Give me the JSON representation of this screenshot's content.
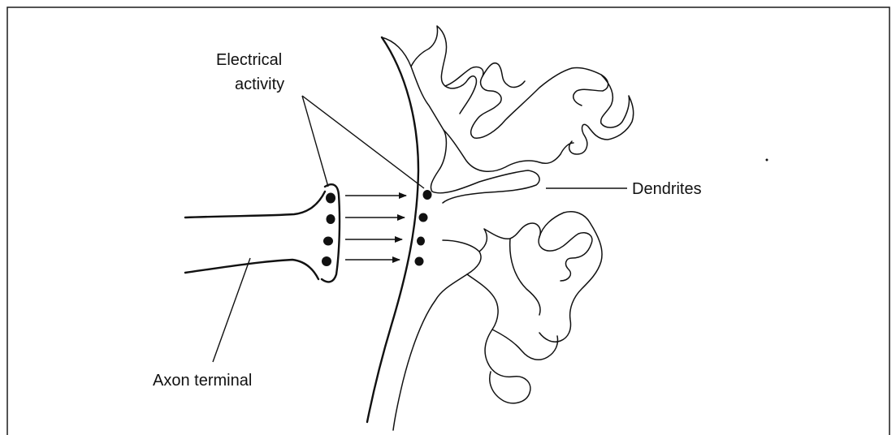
{
  "labels": {
    "electrical_activity_line1": "Electrical",
    "electrical_activity_line2": "activity",
    "dendrites": "Dendrites",
    "axon_terminal": "Axon terminal"
  },
  "colors": {
    "ink": "#111111",
    "background": "#ffffff"
  }
}
